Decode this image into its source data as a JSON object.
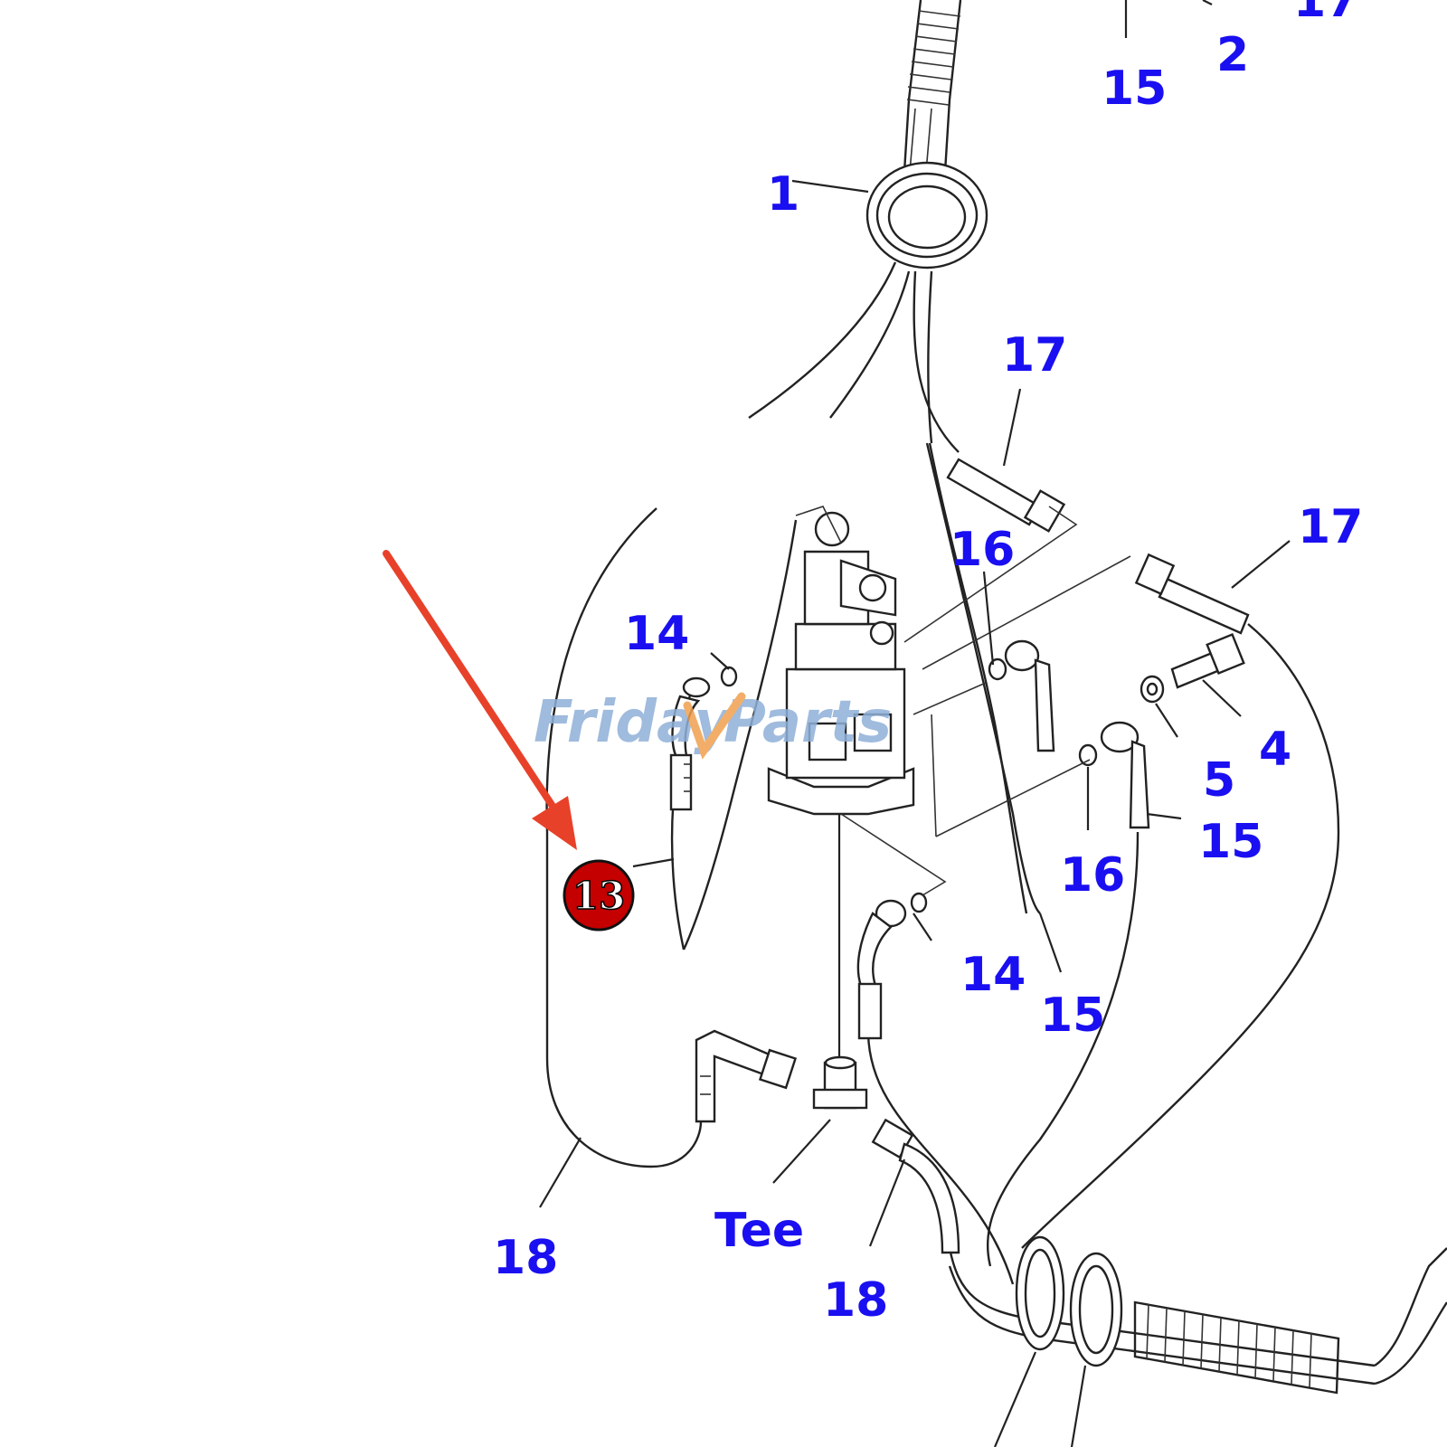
{
  "colors": {
    "callout": "#1a0ff0",
    "arrow": "#e8412a",
    "badge": "#c40000",
    "watermark_blue": "#8fb0d8",
    "watermark_orange": "#f0a050",
    "line": "#222222"
  },
  "callouts": {
    "c1": "1",
    "c2": "2",
    "c4": "4",
    "c5": "5",
    "c14a": "14",
    "c14b": "14",
    "c15a": "15",
    "c15b": "15",
    "c15c": "15",
    "c16a": "16",
    "c16b": "16",
    "c17a": "17",
    "c17b": "17",
    "c17c": "17",
    "c18a": "18",
    "c18b": "18",
    "tee": "Tee"
  },
  "highlight": {
    "badge_label": "13"
  },
  "watermark": {
    "brand_part1": "Friday",
    "brand_part2": "Parts"
  },
  "icons": {
    "arrow": "red-pointer-arrow-icon",
    "badge": "highlight-badge-icon"
  }
}
